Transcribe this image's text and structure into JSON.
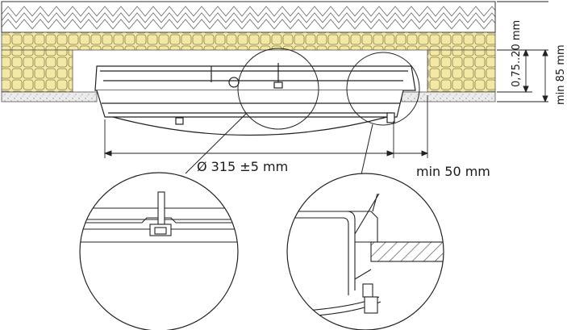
{
  "dimensions": {
    "diameter_label": "Ø 315 ±5 mm",
    "min_side_clearance_label": "min 50 mm",
    "ceiling_thickness_label": "0,75..20 mm",
    "min_depth_label": "min 85 mm"
  },
  "colors": {
    "brick_fill": "#f3e9a5",
    "brick_stroke": "#8a7f52",
    "hatch_stroke": "#555555",
    "line": "#222222",
    "plaster_fill": "#e8e8e8"
  }
}
